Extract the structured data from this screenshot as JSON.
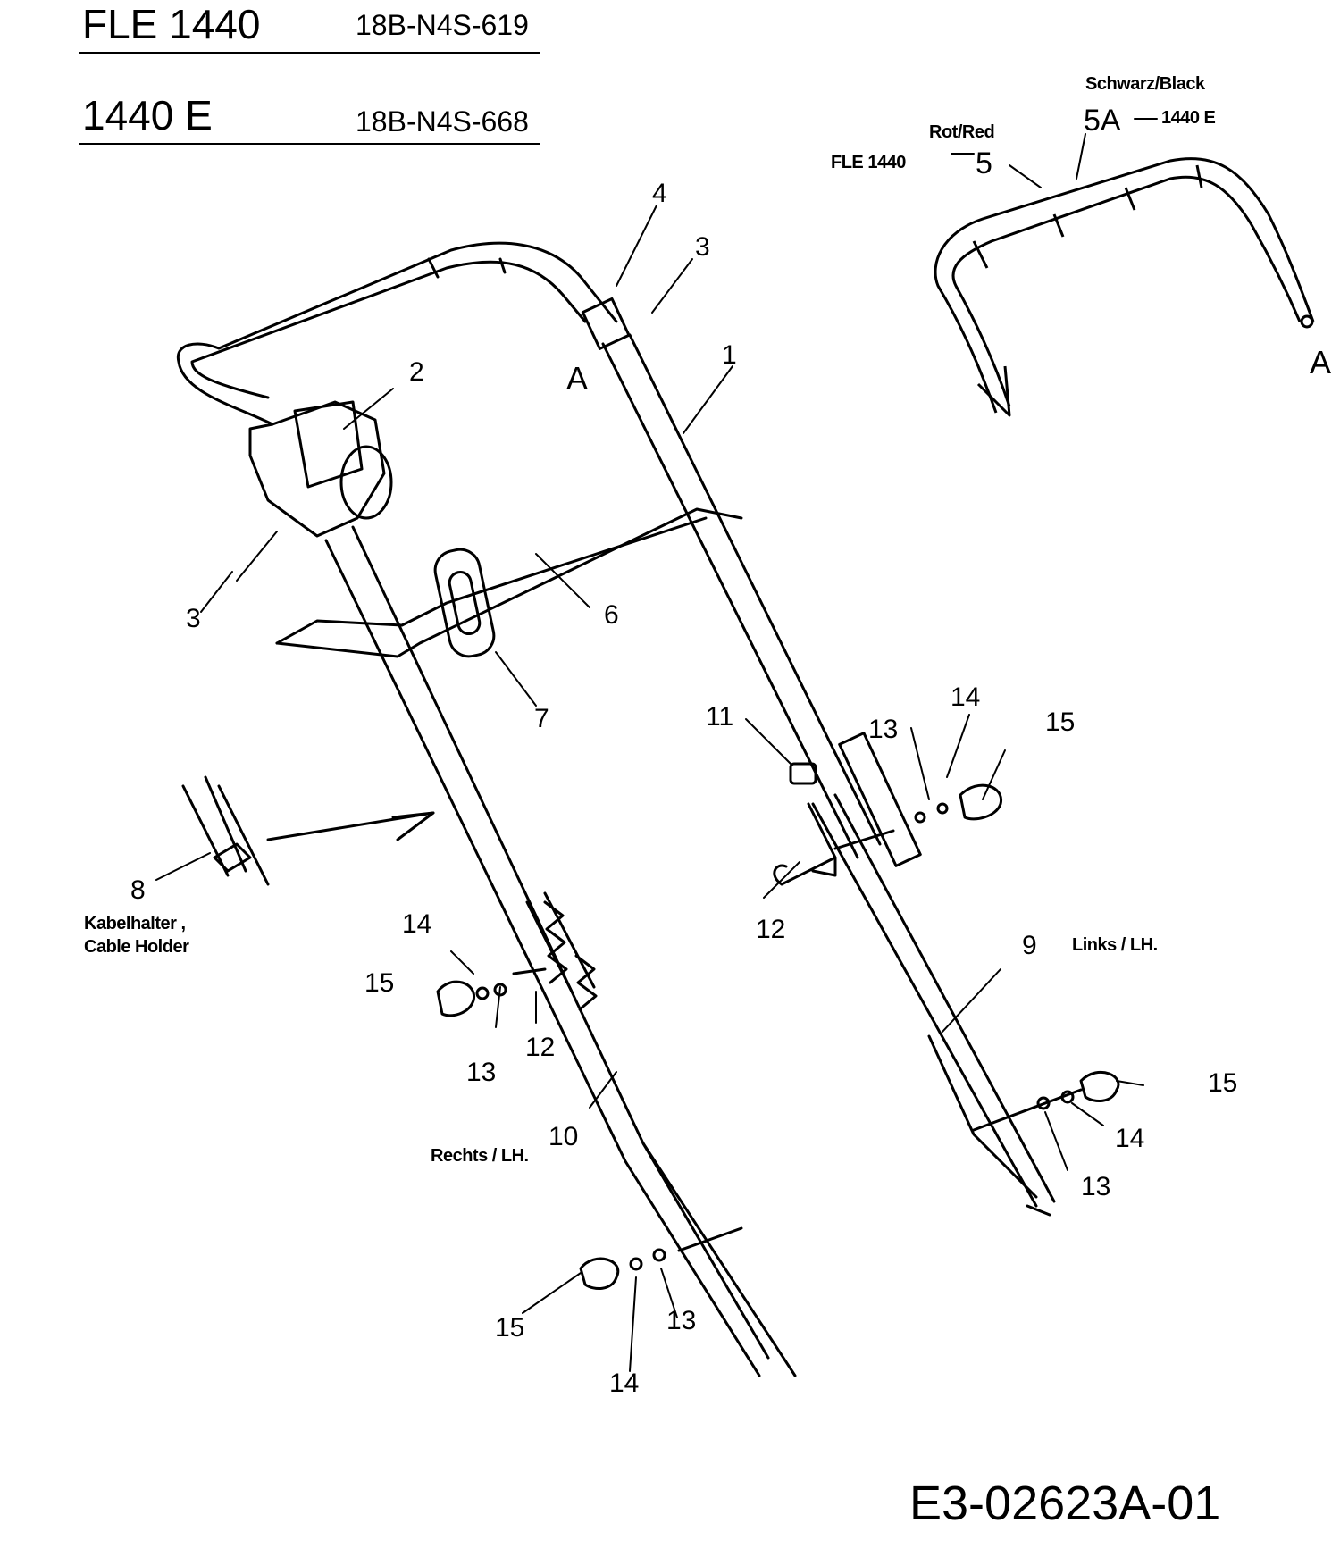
{
  "header": {
    "model1": "FLE 1440",
    "code1": "18B-N4S-619",
    "model2": "1440 E",
    "code2": "18B-N4S-668"
  },
  "upper_handle": {
    "color_black": "Schwarz/Black",
    "label_5a": "5A",
    "variant_5a": "1440 E",
    "color_red": "Rot/Red",
    "variant_5": "FLE 1440",
    "label_5": "5",
    "ref_a": "A"
  },
  "callouts": {
    "p1": "1",
    "p2": "2",
    "p3_top": "3",
    "p3_left": "3",
    "p4": "4",
    "ref_a": "A",
    "p6": "6",
    "p7": "7",
    "p8": "8",
    "p8_text1": "Kabelhalter ,",
    "p8_text2": "Cable Holder",
    "p9": "9",
    "p9_text": "Links / LH.",
    "p10": "10",
    "p10_text": "Rechts / LH.",
    "p11": "11",
    "p12_right": "12",
    "p12_left": "12",
    "p13_a": "13",
    "p13_b": "13",
    "p13_c": "13",
    "p13_d": "13",
    "p14_a": "14",
    "p14_b": "14",
    "p14_c": "14",
    "p14_d": "14",
    "p15_a": "15",
    "p15_b": "15",
    "p15_c": "15",
    "p15_d": "15"
  },
  "footer": {
    "drawing_number": "E3-02623A-01"
  }
}
